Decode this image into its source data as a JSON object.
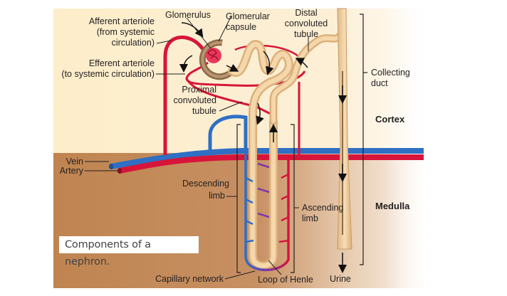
{
  "figure": {
    "caption": "Components of a nephron.",
    "regions": {
      "cortex": "Cortex",
      "medulla": "Medulla"
    },
    "labels": {
      "afferent_arteriole": [
        "Afferent arteriole",
        "(from systemic",
        "circulation)"
      ],
      "glomerulus": "Glomerulus",
      "glomerular_capsule": [
        "Glomerular",
        "capsule"
      ],
      "distal_convoluted_tubule": [
        "Distal",
        "convoluted",
        "tubule"
      ],
      "efferent_arteriole": [
        "Efferent arteriole",
        "(to systemic circulation)"
      ],
      "proximal_convoluted_tubule": [
        "Proximal",
        "convoluted",
        "tubule"
      ],
      "collecting_duct": [
        "Collecting",
        "duct"
      ],
      "vein": "Vein",
      "artery": "Artery",
      "descending_limb": [
        "Descending",
        "limb"
      ],
      "ascending_limb": [
        "Ascending",
        "limb"
      ],
      "capillary_network": "Capillary network",
      "loop_of_henle": "Loop of Henle",
      "urine": "Urine"
    },
    "colors": {
      "cortex_bg": "#fcebc8",
      "medulla_bg": "#c08552",
      "artery": "#d7153a",
      "vein": "#2f6fc4",
      "tubule": "#efcf9f",
      "capsule": "#8b6a48",
      "mixed_capillary": "#7a3aa8"
    }
  }
}
